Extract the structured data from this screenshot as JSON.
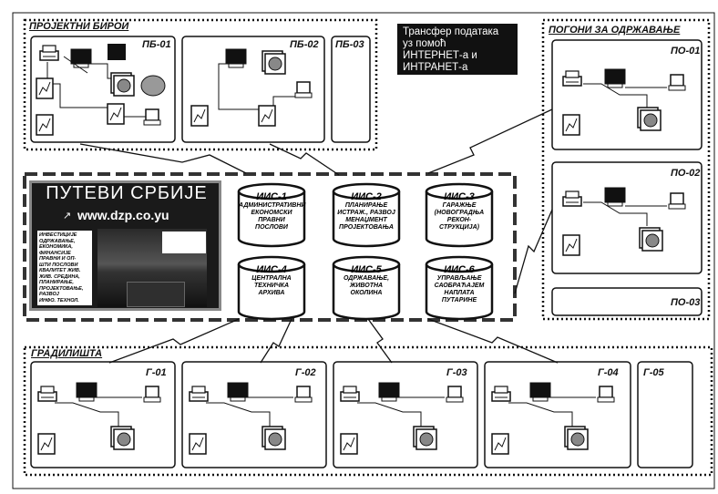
{
  "groups": {
    "design_bureaus": "ПРОЈЕКТНИ БИРОИ",
    "maintenance": "ПОГОНИ ЗА ОДРЖАВАЊЕ",
    "sites": "ГРАДИЛИШТА"
  },
  "units": {
    "pb01": "ПБ-01",
    "pb02": "ПБ-02",
    "pb03": "ПБ-03",
    "po01": "ПО-01",
    "po02": "ПО-02",
    "po03": "ПО-03",
    "g01": "Г-01",
    "g02": "Г-02",
    "g03": "Г-03",
    "g04": "Г-04",
    "g05": "Г-05"
  },
  "note": {
    "line1": "Трансфер података",
    "line2": "уз помоћ",
    "line3": "ИНТЕРНЕТ-а и",
    "line4": "ИНТРАНЕТ-а"
  },
  "website": {
    "title": "ПУТЕВИ СРБИЈЕ",
    "url": "www.dzp.co.yu",
    "menu": [
      "ИНВЕСТИЦИЈЕ",
      "ОДРЖАВАЊЕ,",
      "ЕКОНОМИКА,",
      "ФИНАНСИЈЕ",
      "ПРАВНИ И ОП-",
      "ШТИ ПОСЛОВИ",
      "КВАЛИТЕТ ЖИВ.",
      "ЖИВ. СРЕДИНА,",
      "ПЛАНИРАЊЕ,",
      "ПРОЈЕКТОВАЊЕ,",
      "РАЗВОЈ",
      "ИНФО. ТЕХНОЛ."
    ]
  },
  "systems": [
    {
      "name": "ИИС-1",
      "desc": [
        "АДМИНИСТРАТИВНИ",
        "ЕКОНОМСКИ",
        "ПРАВНИ",
        "ПОСЛОВИ"
      ]
    },
    {
      "name": "ИИС-2",
      "desc": [
        "ПЛАНИРАЊЕ",
        "ИСТРАЖ., РАЗВОЈ",
        "МЕНАЏМЕНТ",
        "ПРОЈЕКТОВАЊА"
      ]
    },
    {
      "name": "ИИС-3",
      "desc": [
        "ГАРАЖЊЕ",
        "(НОВОГРАДЊА",
        "РЕКОН-",
        "СТРУКЦИЈА)"
      ]
    },
    {
      "name": "ИИС-4",
      "desc": [
        "ЦЕНТРАЛНА",
        "ТЕХНИЧКА",
        "АРХИВА"
      ]
    },
    {
      "name": "ИИС-5",
      "desc": [
        "ОДРЖАВАЊЕ,",
        "ЖИВОТНА",
        "ОКОЛИНА"
      ]
    },
    {
      "name": "ИИС-6",
      "desc": [
        "УПРАВЉАЊЕ",
        "САОБРАЋАЈЕМ",
        "НАПЛАТА",
        "ПУТАРИНЕ"
      ]
    }
  ]
}
